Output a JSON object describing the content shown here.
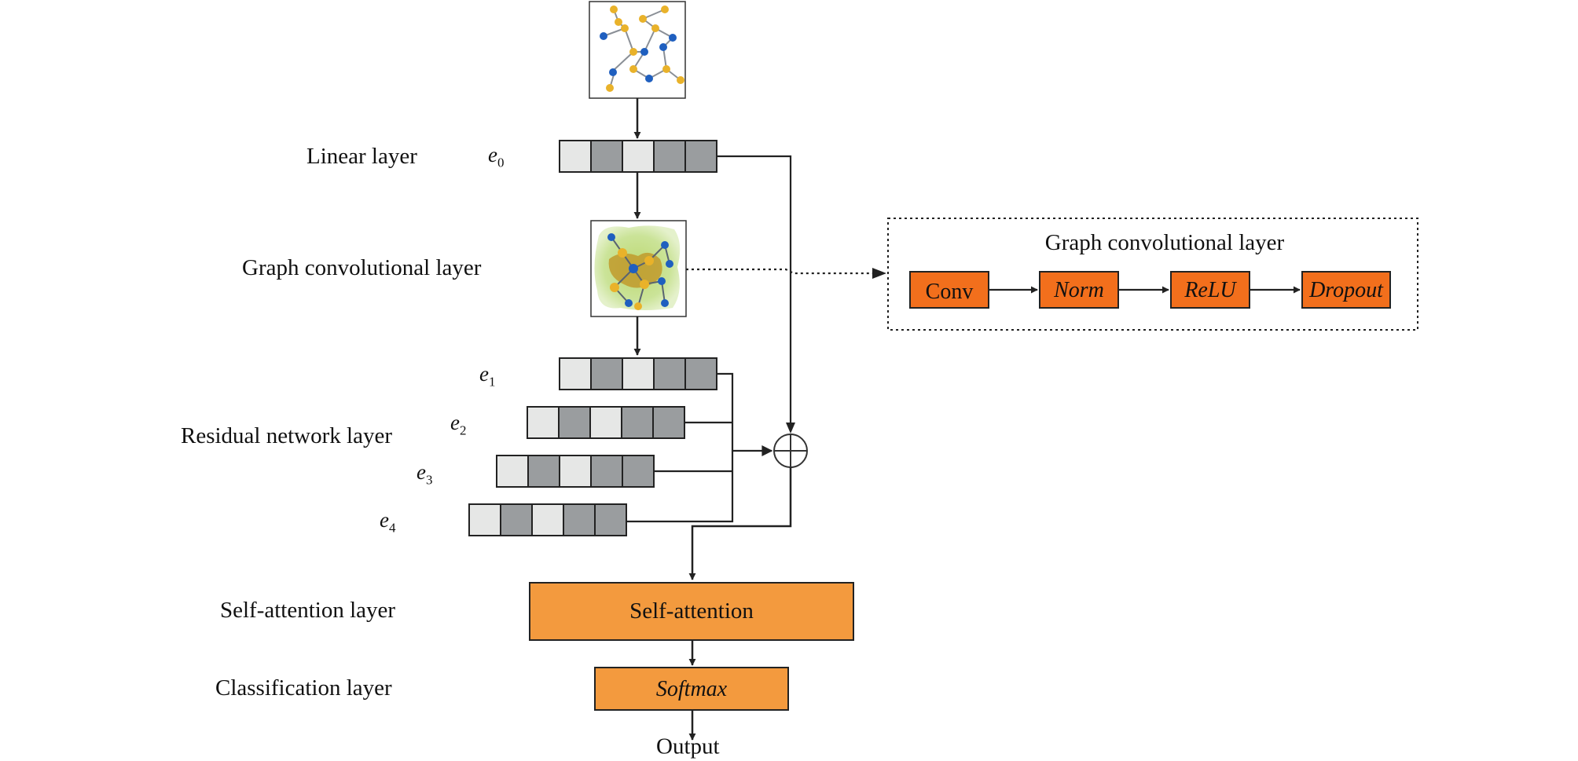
{
  "layer_labels": {
    "linear": "Linear layer",
    "graph_conv": "Graph convolutional layer",
    "residual": "Residual network layer",
    "self_attention": "Self-attention layer",
    "classification": "Classification layer"
  },
  "embeddings": {
    "e0": {
      "base": "e",
      "sub": "0"
    },
    "e1": {
      "base": "e",
      "sub": "1"
    },
    "e2": {
      "base": "e",
      "sub": "2"
    },
    "e3": {
      "base": "e",
      "sub": "3"
    },
    "e4": {
      "base": "e",
      "sub": "4"
    }
  },
  "blocks": {
    "self_attention": "Self-attention",
    "softmax": "Softmax",
    "output": "Output"
  },
  "inset": {
    "title": "Graph convolutional layer",
    "conv": "Conv",
    "norm": "Norm",
    "relu": "ReLU",
    "dropout": "Dropout"
  },
  "colors": {
    "cell_light": "#e6e7e6",
    "cell_dark": "#9a9d9f",
    "orange_block": "#f39a3e",
    "orange_inset": "#f26f1c",
    "node_blue": "#1f5fbf",
    "node_yellow": "#e9b22a"
  }
}
